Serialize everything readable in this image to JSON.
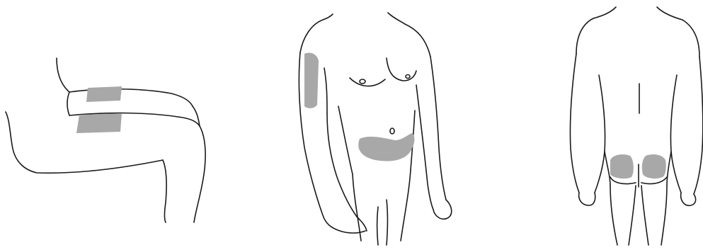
{
  "diagram": {
    "figures": [
      {
        "id": "thigh-side-view",
        "site_count": 2
      },
      {
        "id": "torso-front-view",
        "site_count": 2
      },
      {
        "id": "body-back-view",
        "site_count": 2
      }
    ]
  },
  "colors": {
    "outline": "#1a1a1a",
    "injection_site": "#a8a8a8",
    "background": "#ffffff"
  }
}
